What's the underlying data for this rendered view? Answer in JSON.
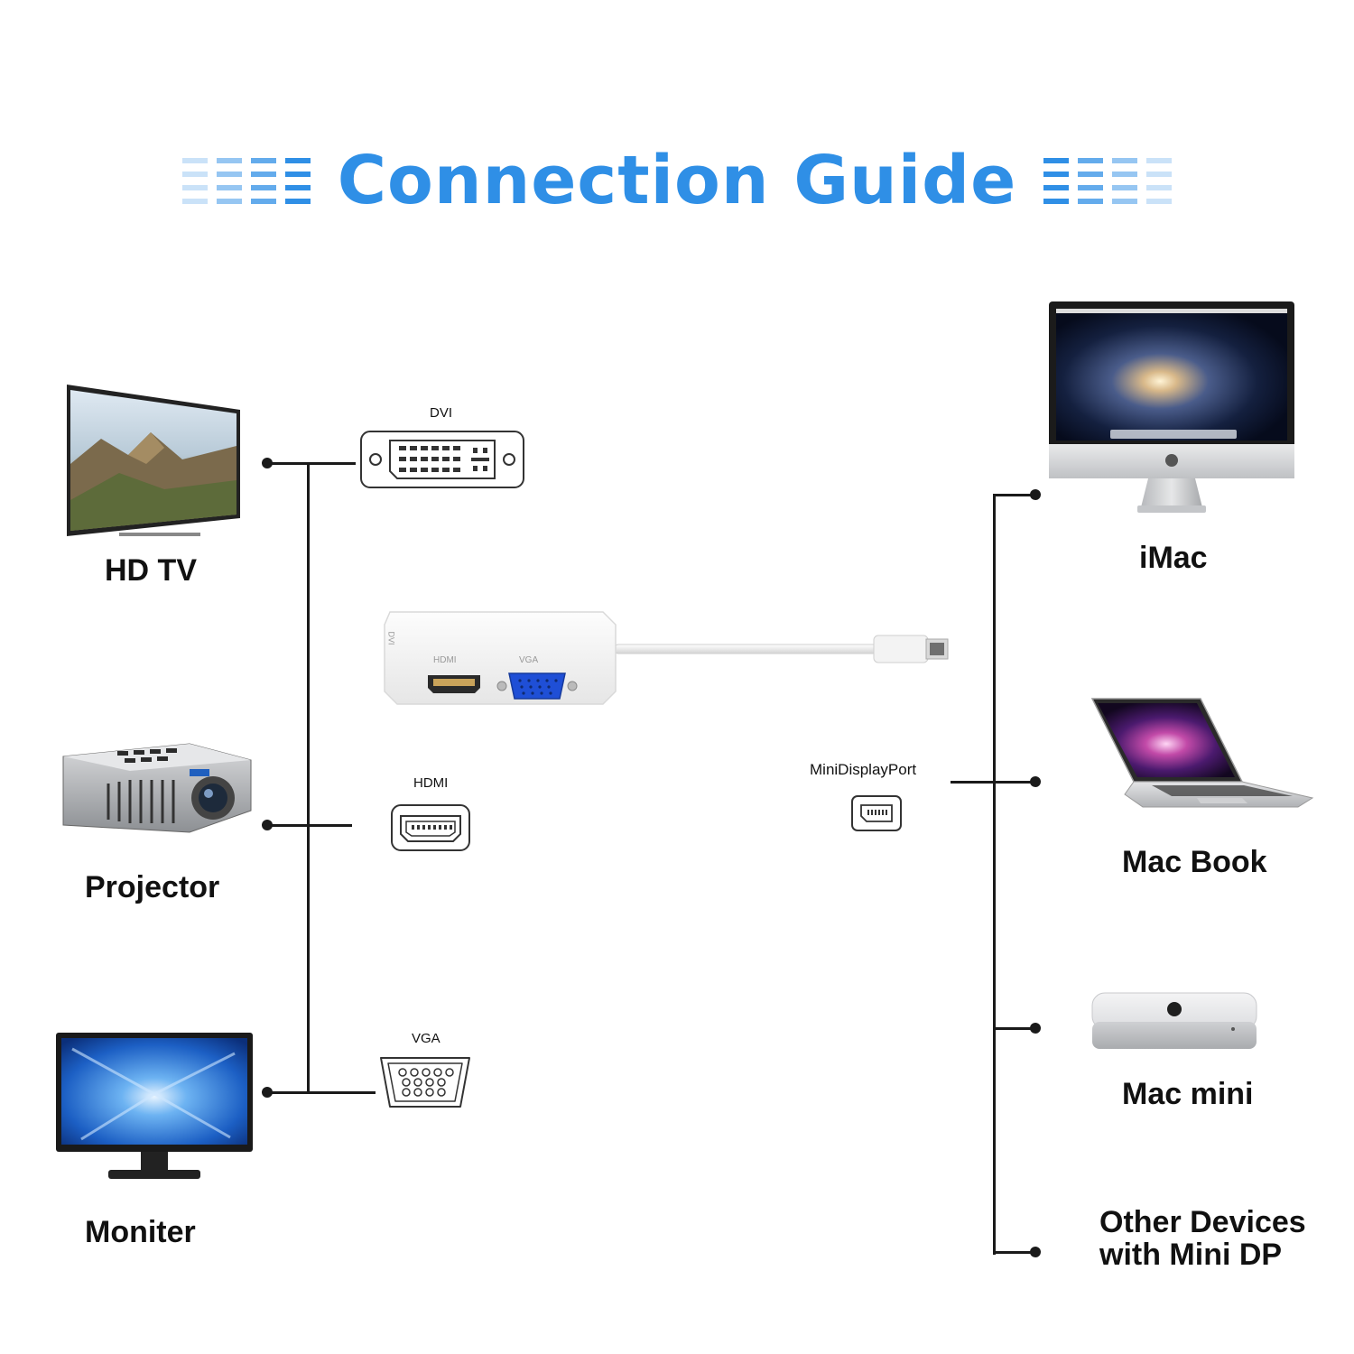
{
  "title": "Connection Guide",
  "colors": {
    "title_blue": "#2f8fe6",
    "line": "#1a1a1a",
    "adapter_white": "#f4f4f4",
    "vga_blue": "#1f4fd6"
  },
  "ports": {
    "dvi": "DVI",
    "hdmi": "HDMI",
    "vga": "VGA",
    "mini_dp": "MiniDisplayPort"
  },
  "adapter": {
    "dvi_label": "DVI",
    "hdmi_label": "HDMI",
    "vga_label": "VGA"
  },
  "displays": [
    {
      "label": "HD TV",
      "icon": "tv-icon"
    },
    {
      "label": "Projector",
      "icon": "projector-icon"
    },
    {
      "label": "Moniter",
      "icon": "monitor-icon"
    }
  ],
  "sources": [
    {
      "label": "iMac",
      "icon": "imac-icon"
    },
    {
      "label": "Mac Book",
      "icon": "macbook-icon"
    },
    {
      "label": "Mac mini",
      "icon": "mac-mini-icon"
    },
    {
      "label_line1": "Other Devices",
      "label_line2": "with Mini DP"
    }
  ]
}
